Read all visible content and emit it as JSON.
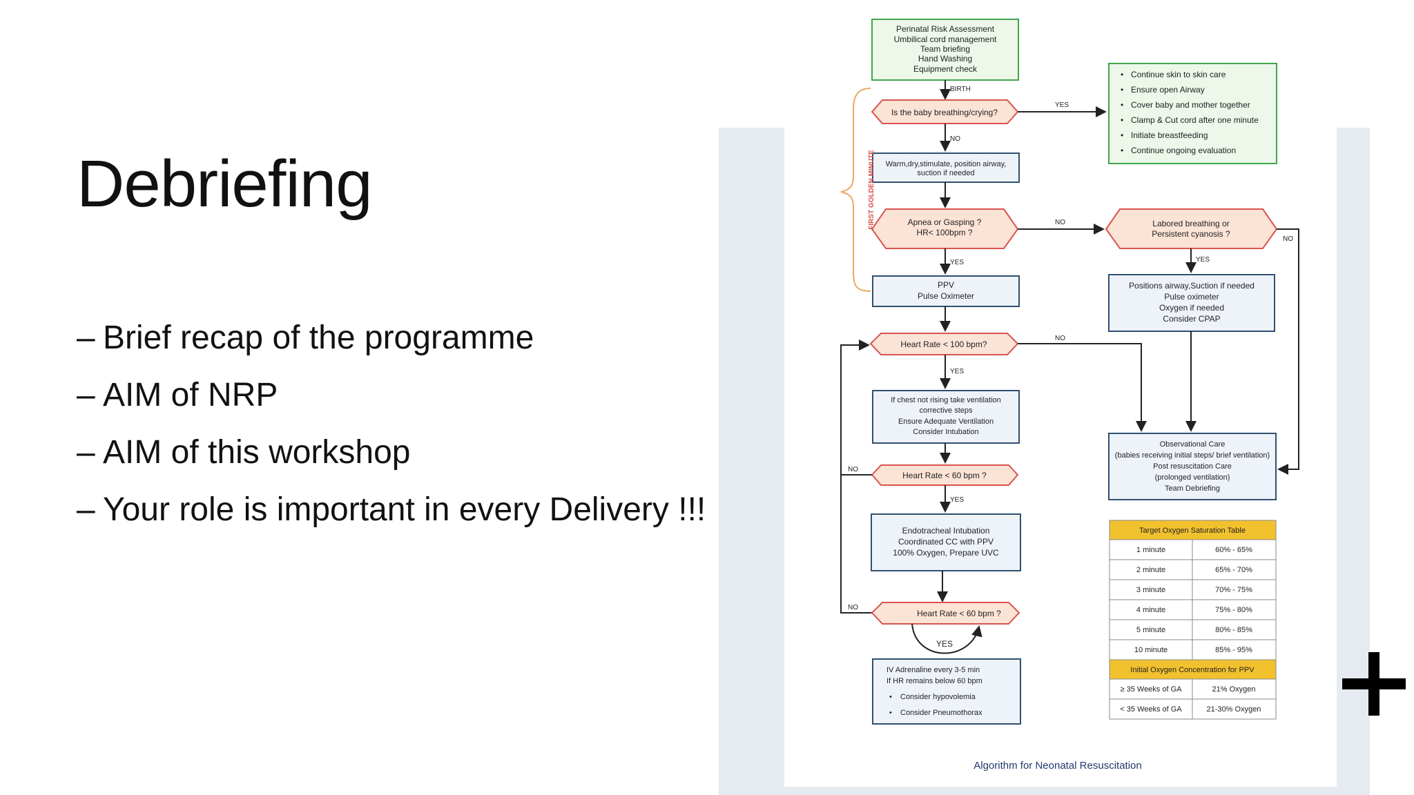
{
  "slide": {
    "title": "Debriefing",
    "bullets": [
      "Brief recap of the programme",
      "AIM of NRP",
      "AIM of this workshop",
      "Your role is important in every Delivery !!!"
    ]
  },
  "figure": {
    "caption": "Algorithm for Neonatal Resuscitation",
    "side_label": "FIRST GOLDEN MINUTE",
    "boxes": {
      "start": [
        "Perinatal Risk Assessment",
        "Umbilical cord management",
        "Team briefing",
        "Hand Washing",
        "Equipment check"
      ],
      "routine": [
        "Continue skin to skin care",
        "Ensure open Airway",
        "Cover baby and mother together",
        "Clamp & Cut cord after one minute",
        "Initiate breastfeeding",
        "Continue ongoing evaluation"
      ],
      "warm": [
        "Warm,dry,stimulate, position airway,",
        "suction if needed"
      ],
      "ppv": [
        "PPV",
        "Pulse Oximeter"
      ],
      "position": [
        "Positions airway,Suction if needed",
        "Pulse oximeter",
        "Oxygen if needed",
        "Consider CPAP"
      ],
      "corrective": [
        "If chest not rising take ventilation",
        "corrective steps",
        "Ensure Adequate Ventilation",
        "Consider Intubation"
      ],
      "observational": [
        "Observational Care",
        "(babies receiving initial steps/ brief ventilation)",
        "Post resuscitation Care",
        "(prolonged ventilation)",
        "Team Debriefing"
      ],
      "intubation": [
        "Endotracheal Intubation",
        "Coordinated CC with PPV",
        "100% Oxygen, Prepare UVC"
      ],
      "adrenaline": [
        "IV Adrenaline every 3-5 min",
        "If HR remains below 60 bpm"
      ],
      "adrenaline_bullets": [
        "Consider hypovolemia",
        "Consider Pneumothorax"
      ]
    },
    "decisions": {
      "breathing": "Is the baby breathing/crying?",
      "apnea": [
        "Apnea or Gasping ?",
        "HR< 100bpm ?"
      ],
      "labored": [
        "Labored breathing or",
        "Persistent cyanosis ?"
      ],
      "hr100": "Heart Rate  < 100 bpm?",
      "hr60a": "Heart Rate  < 60 bpm ?",
      "hr60b": "Heart Rate  < 60 bpm ?"
    },
    "labels": {
      "birth": "BIRTH",
      "yes": "YES",
      "no": "NO"
    },
    "table": {
      "header": "Target Oxygen Saturation Table",
      "rows": [
        [
          "1 minute",
          "60% - 65%"
        ],
        [
          "2 minute",
          "65% - 70%"
        ],
        [
          "3 minute",
          "70% - 75%"
        ],
        [
          "4 minute",
          "75% - 80%"
        ],
        [
          "5 minute",
          "80% - 85%"
        ],
        [
          "10 minute",
          "85% - 95%"
        ]
      ],
      "header2": "Initial Oxygen Concentration for PPV",
      "rows2": [
        [
          "≥ 35 Weeks of GA",
          "21% Oxygen"
        ],
        [
          "< 35 Weeks of GA",
          "21-30% Oxygen"
        ]
      ]
    },
    "colors": {
      "green_border": "#3fa64a",
      "green_fill": "#edf7ea",
      "blue_border": "#2f4f6f",
      "blue_fill": "#eef3fa",
      "decision_border": "#d9534f",
      "decision_fill": "#fbe3d6",
      "table_header": "#f2c12e",
      "bracket": "#e8a95c",
      "side_label": "#d9534f"
    }
  }
}
